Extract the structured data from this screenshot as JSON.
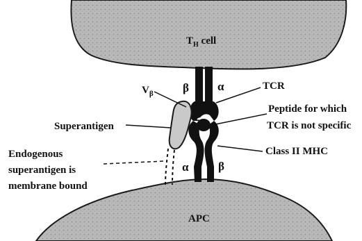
{
  "diagram": {
    "cells": {
      "th_cell": {
        "main": "T",
        "sub": "H",
        "rest": " cell"
      },
      "apc": "APC"
    },
    "labels": {
      "tcr": "TCR",
      "peptide_line1": "Peptide for which",
      "peptide_line2": "TCR is not specific",
      "class_ii_mhc": "Class II MHC",
      "superantigen": "Superantigen",
      "endogenous_line1": "Endogenous",
      "endogenous_line2": "superantigen is",
      "endogenous_line3": "membrane bound",
      "v_beta_main": "V",
      "v_beta_sub": "β"
    },
    "chain_labels": {
      "tcr_beta": "β",
      "tcr_alpha": "α",
      "mhc_alpha": "α",
      "mhc_beta": "β"
    }
  }
}
